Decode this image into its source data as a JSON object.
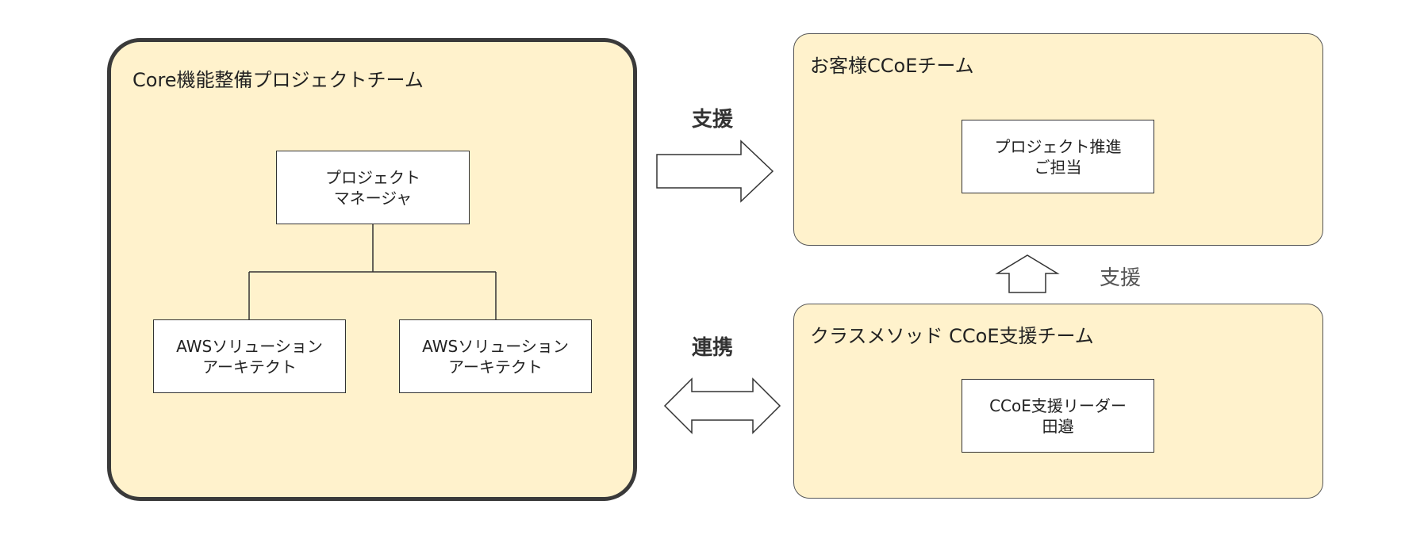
{
  "teams": {
    "core": {
      "title": "Core機能整備プロジェクトチーム",
      "roles": {
        "pm": "プロジェクト\nマネージャ",
        "aws_sa_1": "AWSソリューション\nアーキテクト",
        "aws_sa_2": "AWSソリューション\nアーキテクト"
      }
    },
    "customer": {
      "title": "お客様CCoEチーム",
      "roles": {
        "promotion": "プロジェクト推進\nご担当"
      }
    },
    "classmethod": {
      "title": "クラスメソッド CCoE支援チーム",
      "roles": {
        "leader": "CCoE支援リーダー\n田邉"
      }
    }
  },
  "arrows": {
    "support_top": "支援",
    "collaboration": "連携",
    "support_side": "支援"
  },
  "colors": {
    "team_fill": "#fff2cc",
    "box_fill": "#ffffff",
    "stroke": "#333333"
  }
}
